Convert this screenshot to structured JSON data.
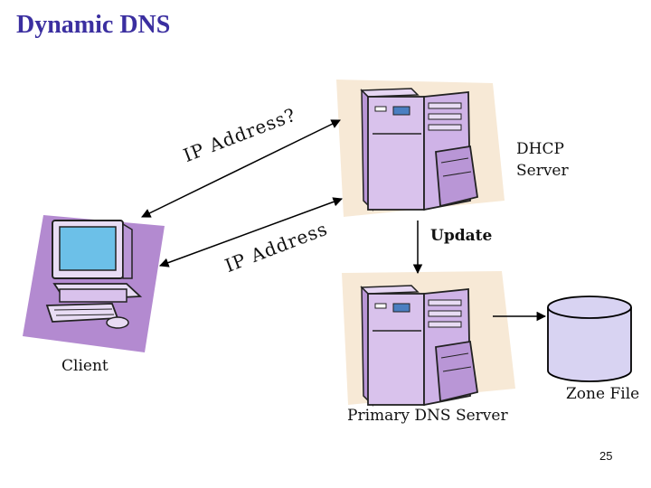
{
  "title": "Dynamic DNS",
  "labels": {
    "dhcp_server_line1": "DHCP",
    "dhcp_server_line2": "Server",
    "client": "Client",
    "primary_dns_server": "Primary DNS Server",
    "zone_file": "Zone File",
    "update": "Update",
    "ip_address_query": "IP Address?",
    "ip_address": "IP Address"
  },
  "slide_number": "25",
  "colors": {
    "title": "#3b2fa0",
    "server_body": "#d9c2ec",
    "server_shadow": "#b996d6",
    "cylinder_fill": "#d8d3f2",
    "backdrop": "#f7e9d6",
    "monitor_screen": "#6cc0e8",
    "computer_body": "#e8dcf4"
  }
}
